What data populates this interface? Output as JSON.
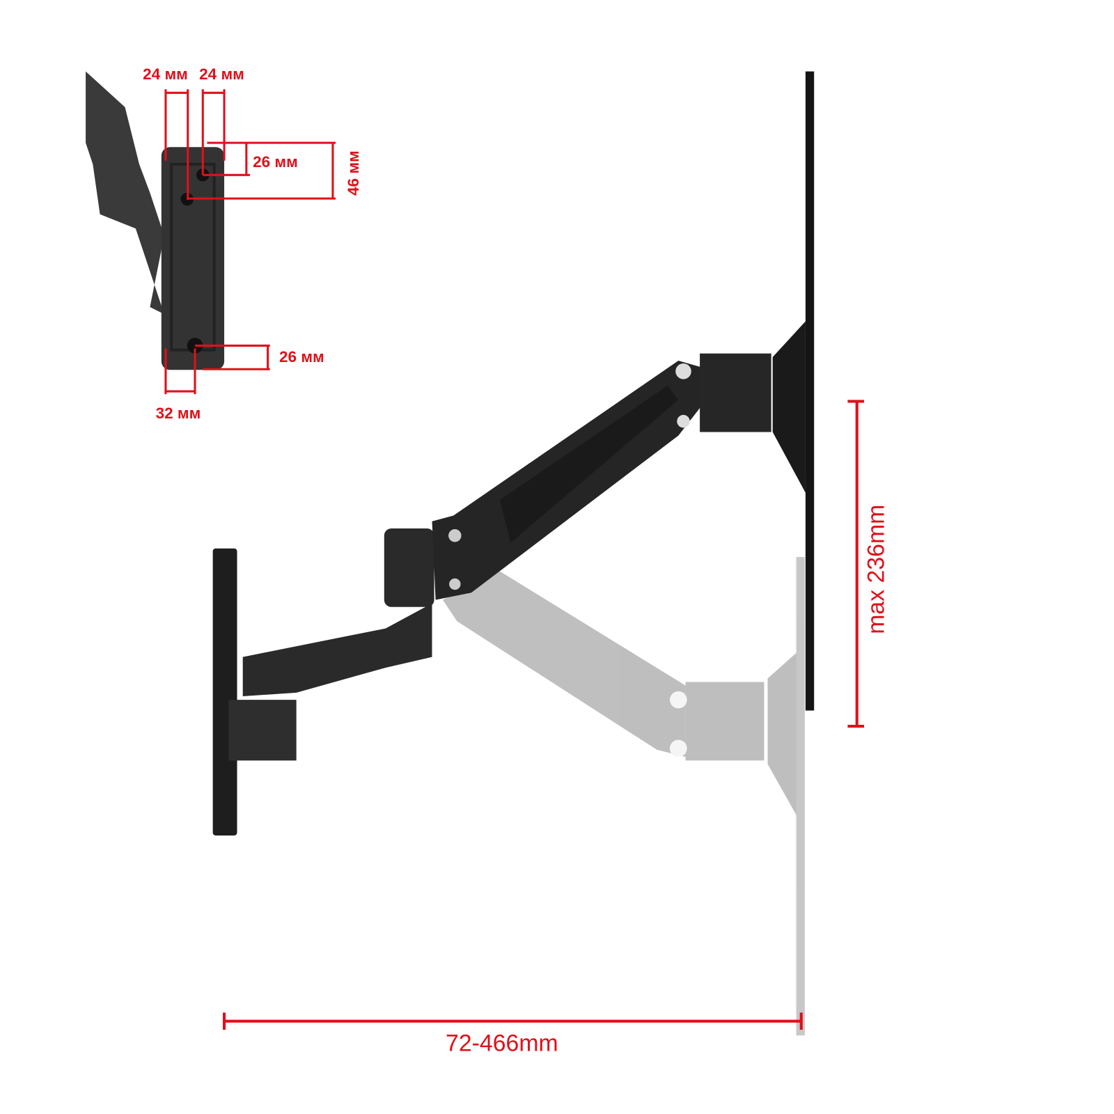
{
  "colors": {
    "dimension": "#e0101a",
    "arm": "#2b2b2b",
    "ghost": "#a8a8a8"
  },
  "detail_dimensions": {
    "top_left": "24 мм",
    "top_right": "24 мм",
    "upper_hole_offset": "26 мм",
    "height": "46 мм",
    "lower_hole_offset": "26 мм",
    "bottom_width": "32 мм"
  },
  "main_dimensions": {
    "vertical_range": "max 236mm",
    "horizontal_range": "72-466mm"
  }
}
